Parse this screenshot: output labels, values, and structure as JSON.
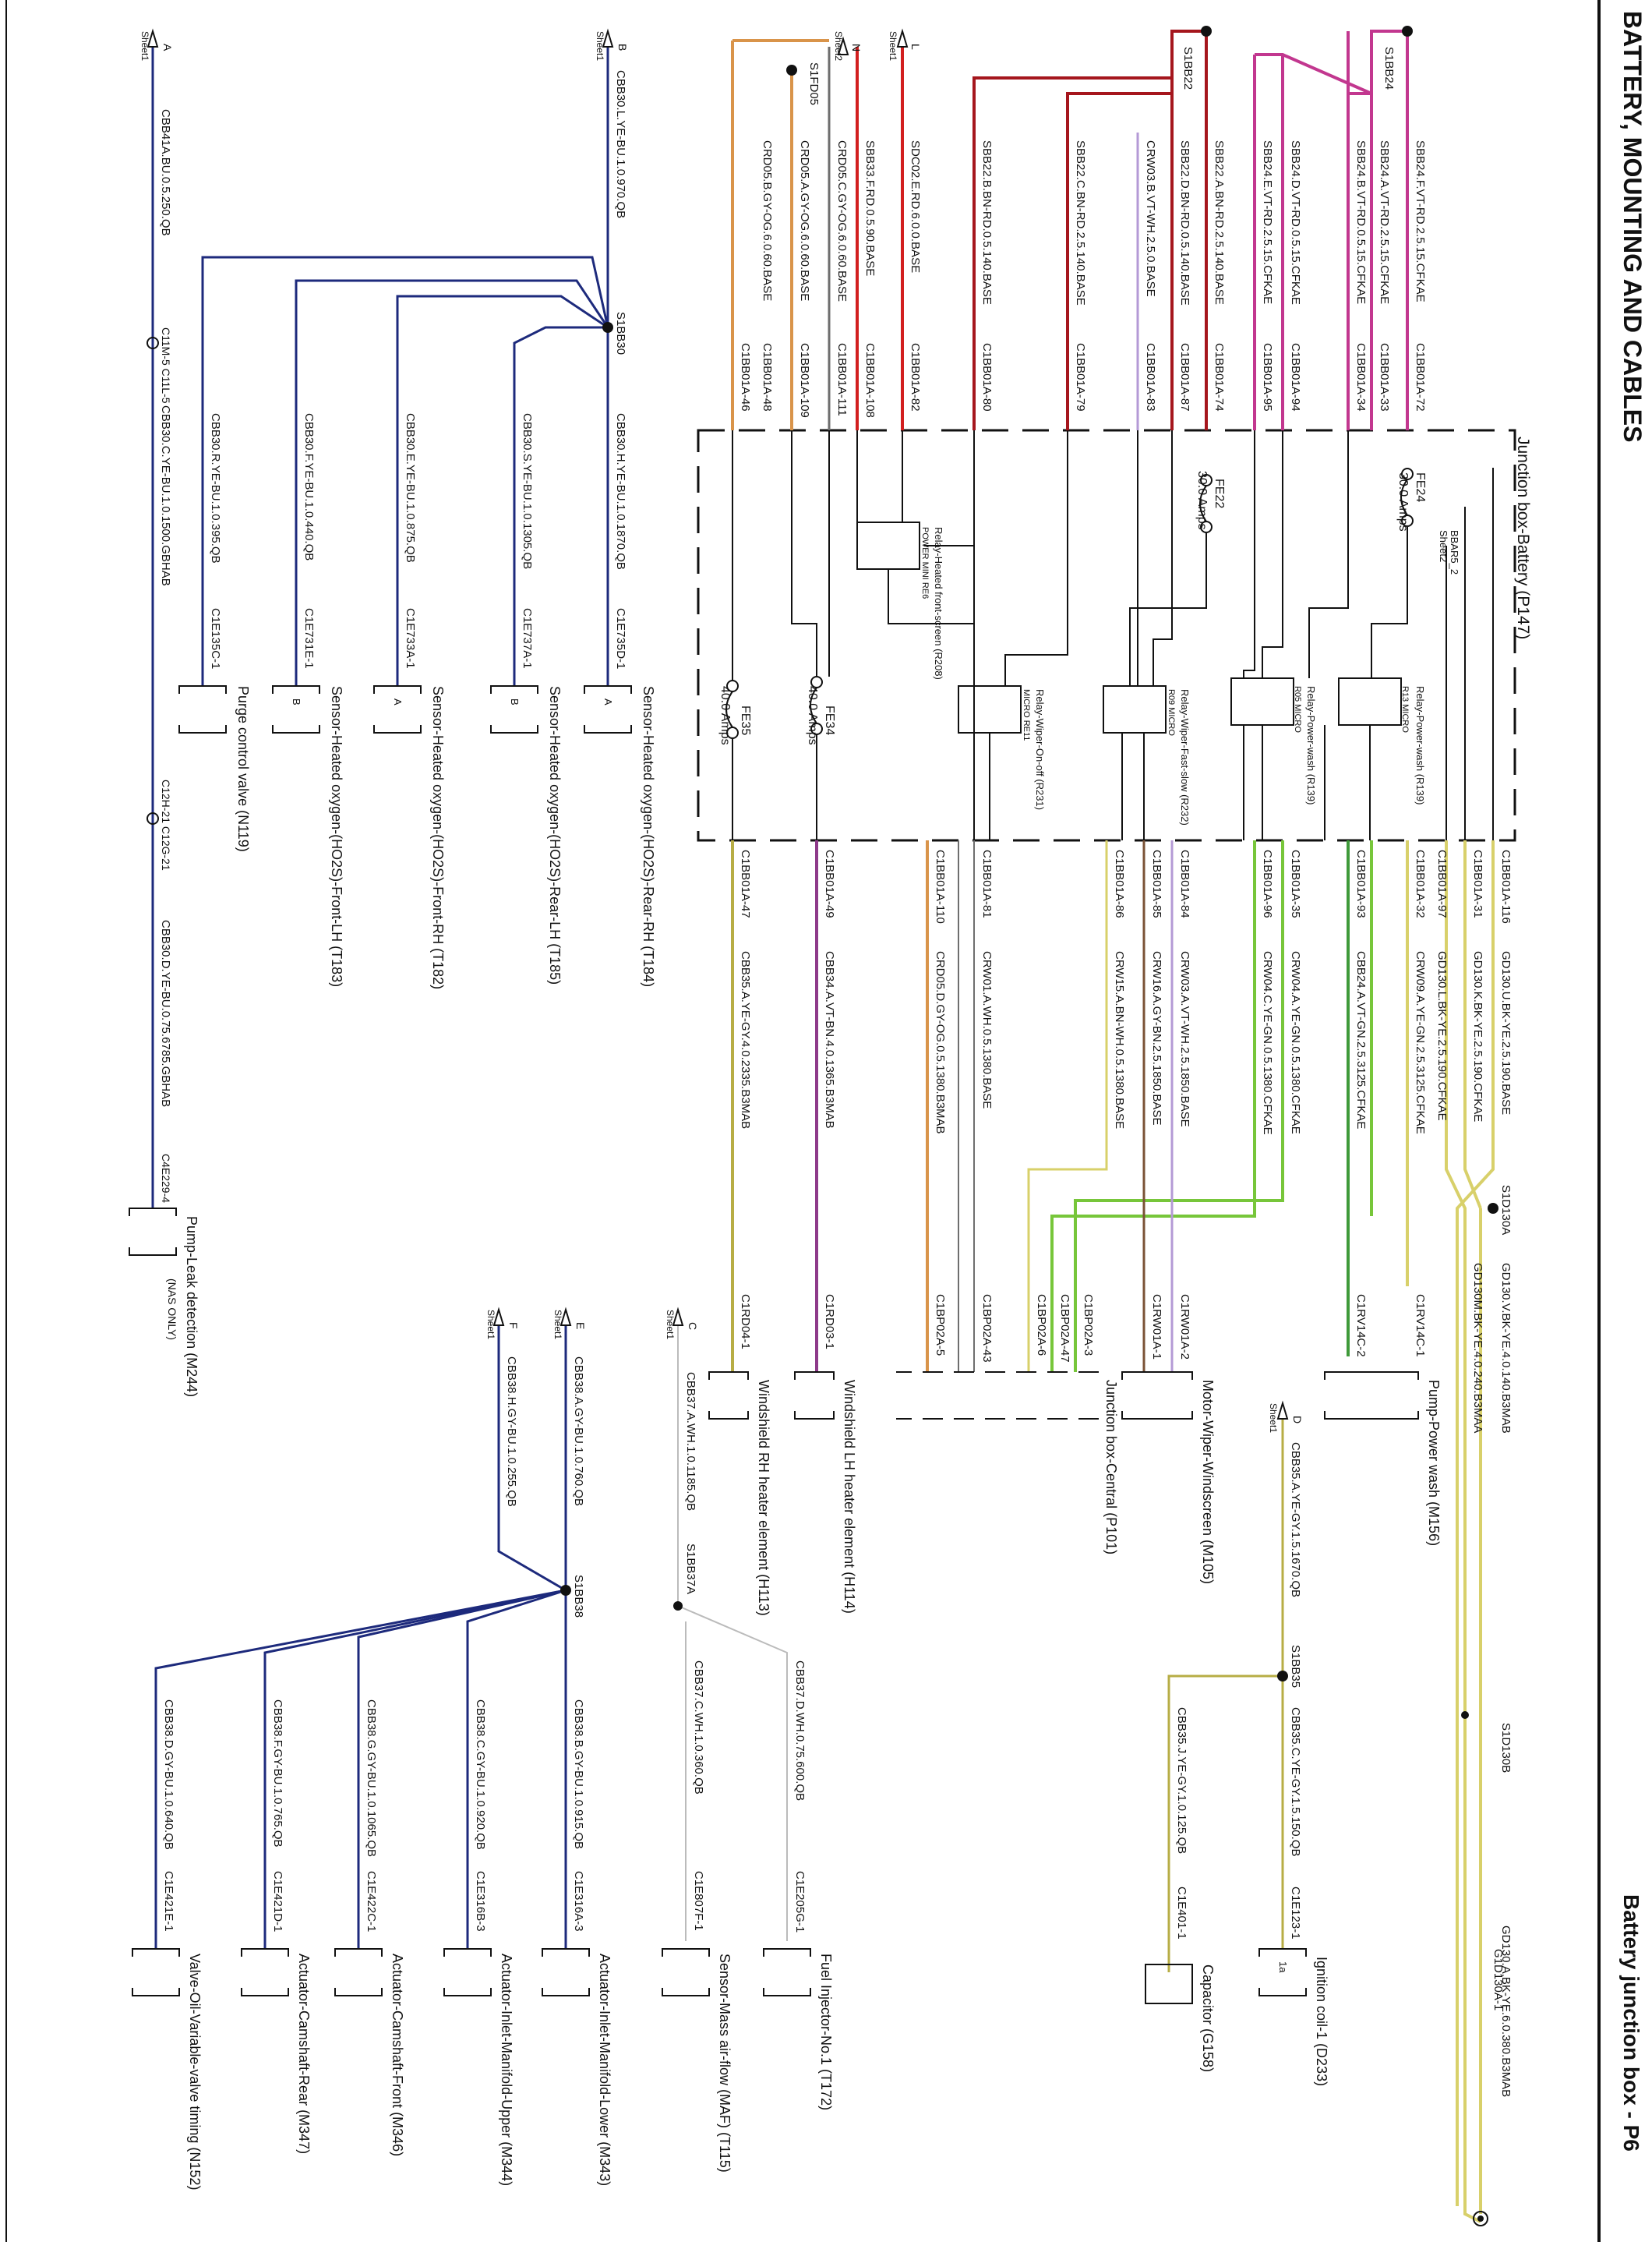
{
  "header": {
    "title": "BATTERY, MOUNTING AND CABLES",
    "subtitle": "Battery junction box - P6"
  },
  "colors": {
    "orange": "#d9944a",
    "red": "#d21f1f",
    "darkred": "#a5161d",
    "magenta": "#c2378f",
    "lavender": "#b49ad6",
    "navy": "#1d2a7c",
    "yellow": "#d8d06a",
    "olive": "#b7ad45",
    "green": "#3f9a3a",
    "lime": "#77c63a",
    "gray": "#6e6e6e",
    "brown": "#7a5236",
    "black": "#111111",
    "purple": "#8e3a8a"
  },
  "sheet_refs": [
    {
      "letter": "A",
      "sheet": "Sheet1"
    },
    {
      "letter": "B",
      "sheet": "Sheet1"
    },
    {
      "letter": "N",
      "sheet": "Sheet2"
    },
    {
      "letter": "L",
      "sheet": "Sheet1"
    },
    {
      "letter": "C",
      "sheet": "Sheet1"
    },
    {
      "letter": "E",
      "sheet": "Sheet1"
    },
    {
      "letter": "F",
      "sheet": "Sheet1"
    },
    {
      "letter": "D",
      "sheet": "Sheet1"
    },
    {
      "letter": "BBAR5_2",
      "sheet": "Sheet2"
    }
  ],
  "splices": [
    "S1FD05",
    "S1BB22",
    "S1BB24",
    "S1BB30",
    "S1BB38",
    "S1BB37A",
    "S1BB35",
    "S1D130A",
    "S1D130B"
  ],
  "connectors": [
    "C11M-5 C11L-5",
    "C12H-21 C12G-21",
    "C4E229-4",
    "G1D130A-1"
  ],
  "junction_box": {
    "title": "Junction box-Battery (P147)",
    "fuses": [
      {
        "id": "FE24",
        "rating": "30.0 Amps"
      },
      {
        "id": "FE22",
        "rating": "30.0 Amps"
      },
      {
        "id": "FE34",
        "rating": "40.0 Amps"
      },
      {
        "id": "FE35",
        "rating": "40.0 Amps"
      }
    ],
    "relays": [
      {
        "name": "Relay-Power-wash (R139)",
        "type": "R13 MICRO"
      },
      {
        "name": "Relay-Power-wash (R139)",
        "type": "R05 MICRO"
      },
      {
        "name": "Relay-Wiper-Fast-slow (R232)",
        "type": "R09 MICRO"
      },
      {
        "name": "Relay-Wiper-On-off (R231)",
        "type": "MICRO RE11"
      },
      {
        "name": "Relay-Heated front-screen (R208)",
        "type": "POWER MINI RE6"
      }
    ]
  },
  "upper_wires": [
    {
      "label": "SBB24.F.VT-RD.2.5.15.CFKAE",
      "pin": "C1BB01A-72"
    },
    {
      "label": "SBB24.A.VT-RD.2.5.15.CFKAE",
      "pin": "C1BB01A-33"
    },
    {
      "label": "SBB24.B.VT-RD.0.5.15.CFKAE",
      "pin": "C1BB01A-34"
    },
    {
      "label": "SBB24.D.VT-RD.0.5.15.CFKAE",
      "pin": "C1BB01A-94"
    },
    {
      "label": "SBB24.E.VT-RD.2.5.15.CFKAE",
      "pin": "C1BB01A-95"
    },
    {
      "label": "SBB22.A.BN-RD.2.5.140.BASE",
      "pin": "C1BB01A-74"
    },
    {
      "label": "SBB22.D.BN-RD.0.5.140.BASE",
      "pin": "C1BB01A-87"
    },
    {
      "label": "CRW03.B.VT-WH.2.5.0.BASE",
      "pin": "C1BB01A-83"
    },
    {
      "label": "SBB22.C.BN-RD.2.5.140.BASE",
      "pin": "C1BB01A-79"
    },
    {
      "label": "SBB22.B.BN-RD.0.5.140.BASE",
      "pin": "C1BB01A-80"
    },
    {
      "label": "SDC02.E.RD.6.0.0.BASE",
      "pin": "C1BB01A-82"
    },
    {
      "label": "SBB33.F.RD.0.5.90.BASE",
      "pin": "C1BB01A-108"
    },
    {
      "label": "CRD05.C.GY-OG.6.0.60.BASE",
      "pin": "C1BB01A-111"
    },
    {
      "label": "CRD05.A.GY-OG.6.0.60.BASE",
      "pin": "C1BB01A-109"
    },
    {
      "label": "CRD05.B.GY-OG.6.0.60.BASE",
      "pin": "C1BB01A-48"
    },
    {
      "label": "",
      "pin": "C1BB01A-46"
    }
  ],
  "bottom_wires": [
    {
      "pin": "C1BB01A-116",
      "label": "GD130.U.BK-YE.2.5.190.BASE"
    },
    {
      "pin": "C1BB01A-31",
      "label": "GD130.K.BK-YE.2.5.190.CFKAE"
    },
    {
      "pin": "C1BB01A-97",
      "label": "GD130.L.BK-YE.2.5.190.CFKAE"
    },
    {
      "pin": "C1BB01A-32",
      "label": "CRW09.A.YE-GN.2.5.3125.CFKAE"
    },
    {
      "pin": "C1BB01A-93",
      "label": "CBB24.A.VT-GN.2.5.3125.CFKAE"
    },
    {
      "pin": "C1BB01A-35",
      "label": "CRW04.A.YE-GN.0.5.1380.CFKAE"
    },
    {
      "pin": "C1BB01A-96",
      "label": "CRW04.C.YE-GN.0.5.1380.CFKAE"
    },
    {
      "pin": "C1BB01A-84",
      "label": "CRW03.A.VT-WH.2.5.1850.BASE"
    },
    {
      "pin": "C1BB01A-85",
      "label": "CRW16.A.GY-BN.2.5.1850.BASE"
    },
    {
      "pin": "C1BB01A-86",
      "label": "CRW15.A.BN-WH.0.5.1380.BASE"
    },
    {
      "pin": "C1BB01A-81",
      "label": "CRW01.A.WH.0.5.1380.BASE"
    },
    {
      "pin": "C1BB01A-110",
      "label": "CRD05.D.GY-OG.0.5.1380.B3MAB"
    },
    {
      "pin": "C1BB01A-49",
      "label": "CBB34.A.VT-BN.4.0.1365.B3MAB"
    },
    {
      "pin": "C1BB01A-47",
      "label": "CBB35.A.YE-GY.4.0.2335.B3MAB"
    }
  ],
  "ground_wires": [
    {
      "label": "GD130.V.BK-YE.4.0.140.B3MAB"
    },
    {
      "label": "GD130M.BK-YE.4.0.240.B3MAA"
    },
    {
      "label": "GD130.A.BK-YE.6.0.380.B3MAB"
    }
  ],
  "lower_pins": [
    "C1RV14C-1",
    "C1RV14C-2",
    "C1RW01A-2",
    "C1RW01A-1",
    "C1BP02A-3",
    "C1BP02A-47",
    "C1BP02A-6",
    "C1BP02A-43",
    "C1BP02A-5",
    "C1RD03-1",
    "C1RD04-1"
  ],
  "s1bb30_wires": [
    {
      "label": "CBB30.L.YE-BU.1.0.970.QB"
    },
    {
      "label": "CBB30.H.YE-BU.1.0.1870.QB",
      "pin": "C1E735D-1"
    },
    {
      "label": "CBB30.S.YE-BU.1.0.1305.QB",
      "pin": "C1E737A-1"
    },
    {
      "label": "CBB30.E.YE-BU.1.0.875.QB",
      "pin": "C1E733A-1"
    },
    {
      "label": "CBB30.F.YE-BU.1.0.440.QB",
      "pin": "C1E731E-1"
    },
    {
      "label": "CBB30.R.YE-BU.1.0.395.QB",
      "pin": "C1E135C-1"
    },
    {
      "label": "CBB41A.BU.0.5.250.QB"
    },
    {
      "label": "CBB30.C.YE-BU.1.0.1500.GBHAB"
    },
    {
      "label": "CBB30.D.YE-BU.0.75.6785.GBHAB"
    }
  ],
  "left_components": [
    {
      "name": "Sensor-Heated oxygen-(HO2S)-Rear-RH (T184)",
      "pin": "A"
    },
    {
      "name": "Sensor-Heated oxygen-(HO2S)-Rear-LH (T185)",
      "pin": "B"
    },
    {
      "name": "Sensor-Heated oxygen-(HO2S)-Front-RH (T182)",
      "pin": "A"
    },
    {
      "name": "Sensor-Heated oxygen-(HO2S)-Front-LH (T183)",
      "pin": "B"
    },
    {
      "name": "Purge control valve (N119)",
      "pin": ""
    },
    {
      "name": "Pump-Leak detection (M244)",
      "pin": ""
    }
  ],
  "nas_note": "(NAS ONLY)",
  "mid_components": [
    {
      "name": "Pump-Power wash (M156)"
    },
    {
      "name": "Motor-Wiper-Windscreen (M105)"
    },
    {
      "name": "Junction box-Central (P101)"
    },
    {
      "name": "Windshield LH heater element (H114)"
    },
    {
      "name": "Windshield RH heater element (H113)"
    }
  ],
  "d_wires": [
    {
      "label": "CBB35.A.YE-GY.1.5.1670.QB"
    },
    {
      "label": "CBB35.C.YE-GY.1.5.150.QB",
      "pin": "C1E123-1"
    },
    {
      "label": "CBB35.J.YE-GY.1.0.125.QB",
      "pin": "C1E401-1"
    }
  ],
  "d_components": [
    {
      "name": "Ignition coil-1 (D233)",
      "pin": "1a"
    },
    {
      "name": "Capacitor (G158)"
    }
  ],
  "c_wires": [
    {
      "label": "CBB37.A.WH.1.0.1185.QB"
    },
    {
      "label": "CBB37.D.WH.0.75.600.QB",
      "pin": "C1E205G-1"
    },
    {
      "label": "CBB37.C.WH.1.0.360.QB",
      "pin": "C1E807F-1"
    }
  ],
  "s1bb38_wires": [
    {
      "label": "CBB38.A.GY-BU.1.0.760.QB"
    },
    {
      "label": "CBB38.H.GY-BU.1.0.255.QB"
    },
    {
      "label": "CBB38.B.GY-BU.1.0.915.QB",
      "pin": "C1E316A-3"
    },
    {
      "label": "CBB38.C.GY-BU.1.0.920.QB",
      "pin": "C1E316B-3"
    },
    {
      "label": "CBB38.G.GY-BU.1.0.1065.QB",
      "pin": "C1E422C-1"
    },
    {
      "label": "CBB38.F.GY-BU.1.0.765.QB",
      "pin": "C1E421D-1"
    },
    {
      "label": "CBB38.D.GY-BU.1.0.640.QB",
      "pin": "C1E421E-1"
    }
  ],
  "bottom_components": [
    {
      "name": "Fuel Injector-No.1 (T172)"
    },
    {
      "name": "Sensor-Mass air-flow (MAF) (T115)"
    },
    {
      "name": "Actuator-Inlet-Manifold-Lower (M343)"
    },
    {
      "name": "Actuator-Inlet-Manifold-Upper (M344)"
    },
    {
      "name": "Actuator-Camshaft-Front (M346)"
    },
    {
      "name": "Actuator-Camshaft-Rear (M347)"
    },
    {
      "name": "Valve-Oil-Variable-valve timing (N152)"
    }
  ]
}
